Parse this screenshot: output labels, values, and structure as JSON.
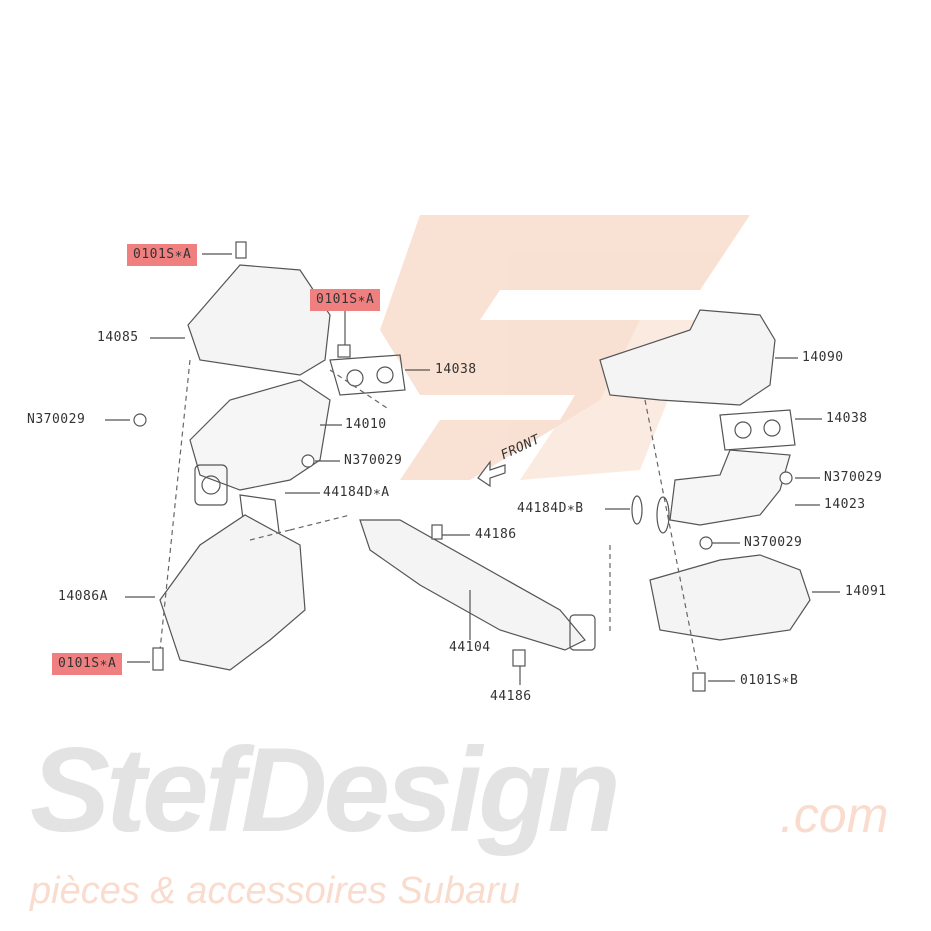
{
  "watermark": {
    "logo_text": "SJ",
    "brand": "StefDesign",
    "domain": ".com",
    "tagline": "pièces & accessoires Subaru",
    "logo_color": "#f7d9c8",
    "brand_color": "#e3e3e3"
  },
  "diagram": {
    "front_label": "FRONT",
    "highlight_color": "#f08080",
    "callouts": {
      "bolt_top_left": "0101S∗A",
      "bolt_top_mid": "0101S∗A",
      "bolt_bottom_left": "0101S∗A",
      "cover_upper_left": "14085",
      "gasket_left": "14038",
      "manifold_left": "14010",
      "nut_far_left": "N370029",
      "nut_left": "N370029",
      "gasket_a": "44184D∗A",
      "bolt_upper_mid": "44186",
      "cover_lower_left": "14086A",
      "pipe": "44104",
      "bolt_lower_mid": "44186",
      "cover_upper_right": "14090",
      "gasket_right": "14038",
      "nut_right": "N370029",
      "manifold_right": "14023",
      "gasket_b": "44184D∗B",
      "nut_lower_right": "N370029",
      "cover_lower_right": "14091",
      "bolt_right": "0101S∗B"
    }
  }
}
